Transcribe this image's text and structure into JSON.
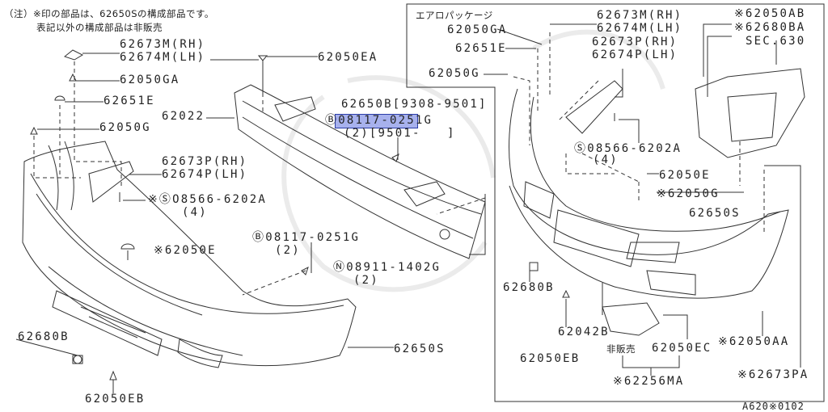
{
  "diagram": {
    "note": [
      "（注）※印の部品は、62650Sの構成部品です。",
      "表記以外の構成部品は非販売"
    ],
    "labels": [
      "62673M(RH)",
      "62674M(LH)",
      "62050GA",
      "62651E",
      "62050G",
      "62022",
      "62050EA",
      "62673P(RH)",
      "62674P(LH)",
      "※ⓈO8566-6202A",
      "(4)",
      "※62050E",
      "Ⓑ08117-0251G",
      "(2)",
      "62650B[9308-9501]",
      "Ⓑ08117-0251G",
      "(2)[9501-　　]",
      "Ⓝ08911-1402G",
      "(2)",
      "62680B",
      "62050EB",
      "62650S"
    ],
    "aero_box": {
      "title": "エアロパッケージ",
      "labels": [
        "62050GA",
        "62651E",
        "62050G",
        "62673M(RH)",
        "62674M(LH)",
        "62673P(RH)",
        "62674P(LH)",
        "※62050AB",
        "※62680BA",
        "SEC.630",
        "Ⓢ08566-6202A",
        "(4)",
        "62050E",
        "※62050G",
        "62650S",
        "62680B",
        "62042B",
        "62050EB",
        "非販売",
        "62050EC",
        "※62050AA",
        "※62256MA",
        "※62673PA"
      ]
    },
    "diagram_code": "A620※0102",
    "selected_text": "08117-025",
    "selection_color": "#5b6fd6"
  }
}
